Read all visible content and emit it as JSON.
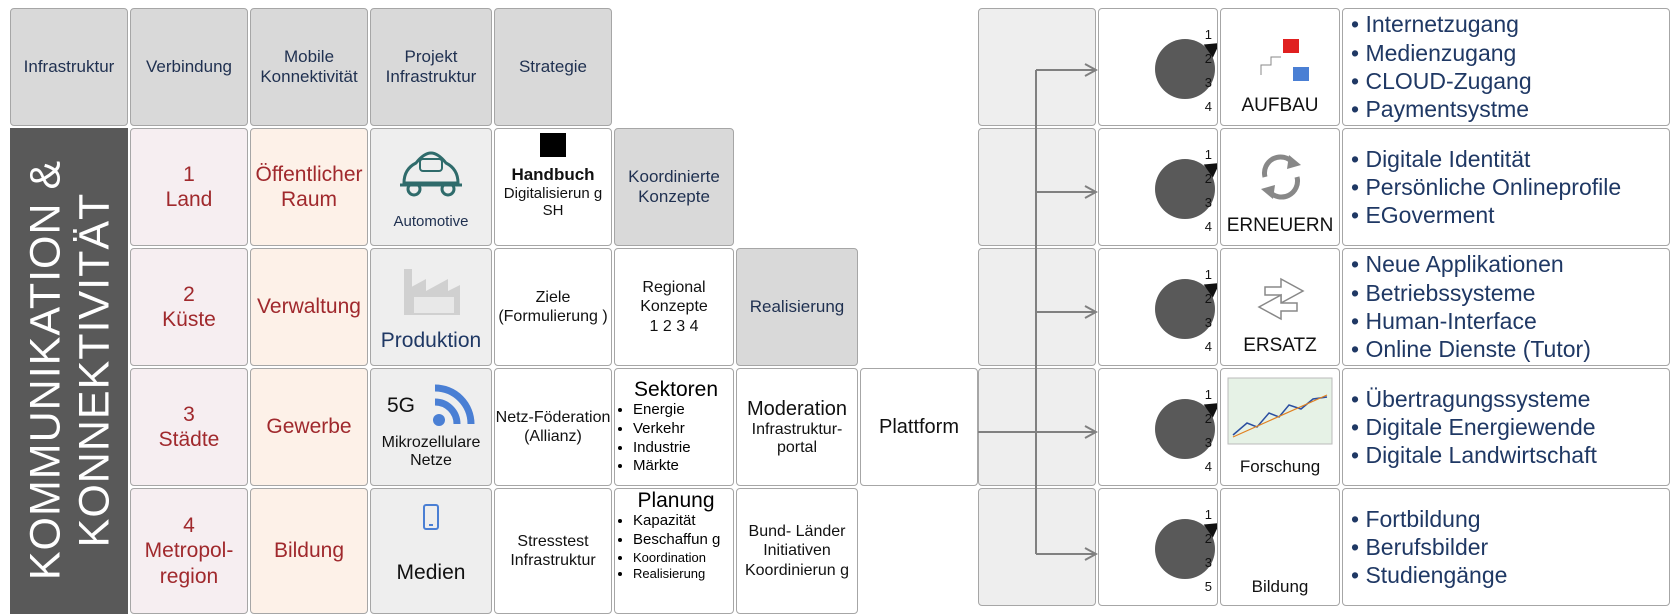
{
  "headers": {
    "infrastruktur": "Infrastruktur",
    "verbindung": "Verbindung",
    "mobile": "Mobile Konnektivität",
    "projekt": "Projekt Infrastruktur",
    "strategie": "Strategie"
  },
  "sidebar_title": "KOMMUNIKATION & KONNEKTIVITÄT",
  "regions": [
    {
      "num": "1",
      "name": "Land"
    },
    {
      "num": "2",
      "name": "Küste"
    },
    {
      "num": "3",
      "name": "Städte"
    },
    {
      "num": "4",
      "name": "Metropol-region"
    }
  ],
  "areas": [
    "Öffentlicher Raum",
    "Verwaltung",
    "Gewerbe",
    "Bildung"
  ],
  "projects": [
    "Automotive",
    "Produktion",
    "Mikrozellulare Netze",
    "Medien"
  ],
  "project_5g": "5G",
  "strategy": {
    "handbuch_title": "Handbuch",
    "handbuch_sub": "Digitalisierun g SH",
    "ziele": "Ziele (Formulierung )",
    "netz": "Netz-Föderation (Allianz)",
    "stress": "Stresstest Infrastruktur"
  },
  "concepts": {
    "koordinierte": "Koordinierte Konzepte",
    "regional": "Regional Konzepte",
    "regional_nums": "1 2 3 4",
    "sektoren_title": "Sektoren",
    "sektoren": [
      "Energie",
      "Verkehr",
      "Industrie",
      "Märkte"
    ],
    "planung_title": "Planung",
    "planung": [
      "Kapazität",
      "Beschaffun g",
      "Koordination",
      "Realisierung"
    ]
  },
  "realisation": {
    "realisierung": "Realisierung",
    "moderation_title": "Moderation",
    "moderation_sub": "Infrastruktur-portal",
    "bund": "Bund- Länder Initiativen Koordinierun g"
  },
  "plattform": "Plattform",
  "right_rows": [
    {
      "nums": [
        "1",
        "2",
        "3",
        "4"
      ],
      "icon": "blocks-icon",
      "label": "AUFBAU",
      "items": [
        "Internetzugang",
        "Medienzugang",
        "CLOUD-Zugang",
        "Paymentsystme"
      ]
    },
    {
      "nums": [
        "1",
        "2",
        "3",
        "4"
      ],
      "icon": "refresh-icon",
      "label": "ERNEUERN",
      "items": [
        "Digitale Identität",
        "Persönliche Onlineprofile",
        "EGoverment"
      ]
    },
    {
      "nums": [
        "1",
        "2",
        "3",
        "4"
      ],
      "icon": "swap-arrows-icon",
      "label": "ERSATZ",
      "items": [
        "Neue Applikationen",
        "Betriebssysteme",
        "Human-Interface",
        "Online Dienste (Tutor)"
      ]
    },
    {
      "nums": [
        "1",
        "2",
        "3",
        "4"
      ],
      "icon": "line-chart-icon",
      "label": "Forschung",
      "items": [
        "Übertragungssysteme",
        "Digitale Energiewende",
        "Digitale Landwirtschaft"
      ]
    },
    {
      "nums": [
        "1",
        "2",
        "3",
        "5"
      ],
      "icon": "",
      "label": "Bildung",
      "items": [
        "Fortbildung",
        "Berufsbilder",
        "Studiengänge"
      ]
    }
  ],
  "colors": {
    "sidebar": "#595959",
    "region_text": "#a0292d",
    "bullet_text": "#1f3864",
    "arrow": "#808080",
    "icon_wifi": "#4a7fd4",
    "icon_car": "#2f6b6b"
  }
}
